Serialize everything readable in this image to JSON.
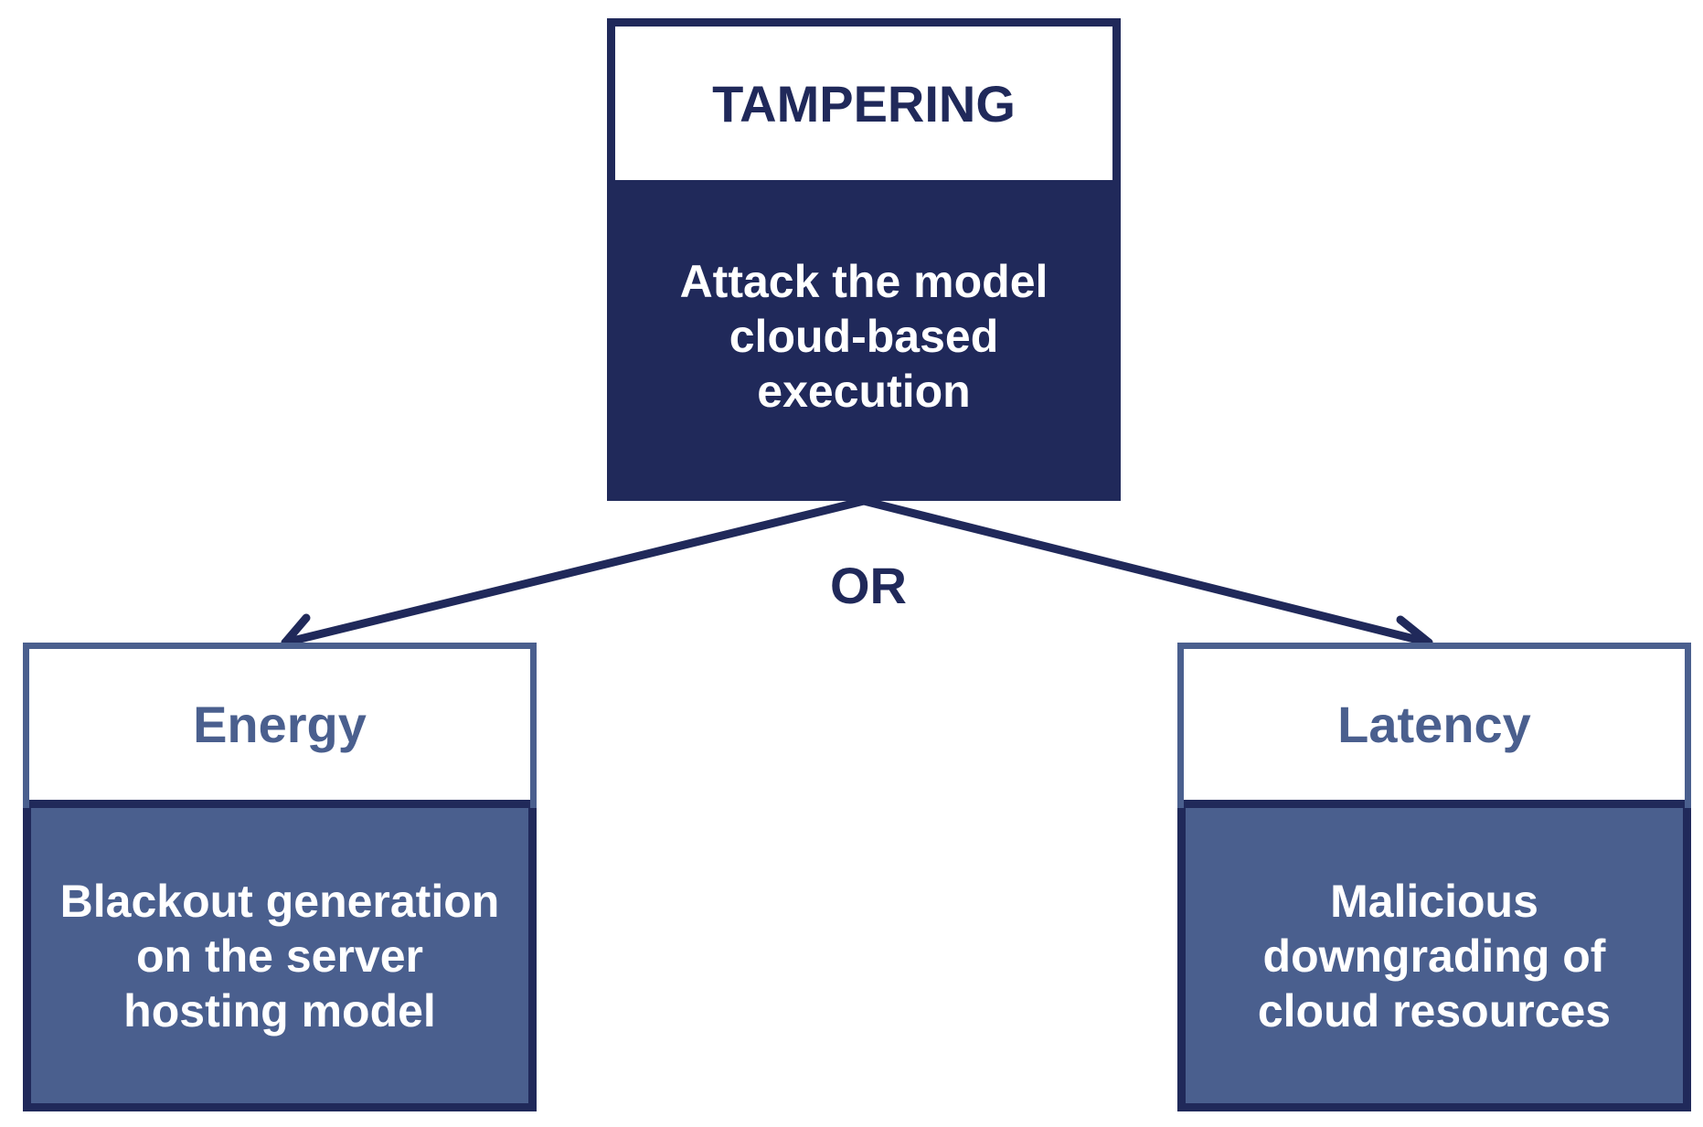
{
  "diagram": {
    "root": {
      "title": "TAMPERING",
      "description": "Attack the model cloud-based execution"
    },
    "connector_label": "OR",
    "children": [
      {
        "title": "Energy",
        "description": "Blackout generation on the server hosting model"
      },
      {
        "title": "Latency",
        "description": "Malicious downgrading of cloud resources"
      }
    ],
    "colors": {
      "primary": "#20295a",
      "secondary": "#4a5f8e",
      "background": "#ffffff"
    }
  }
}
